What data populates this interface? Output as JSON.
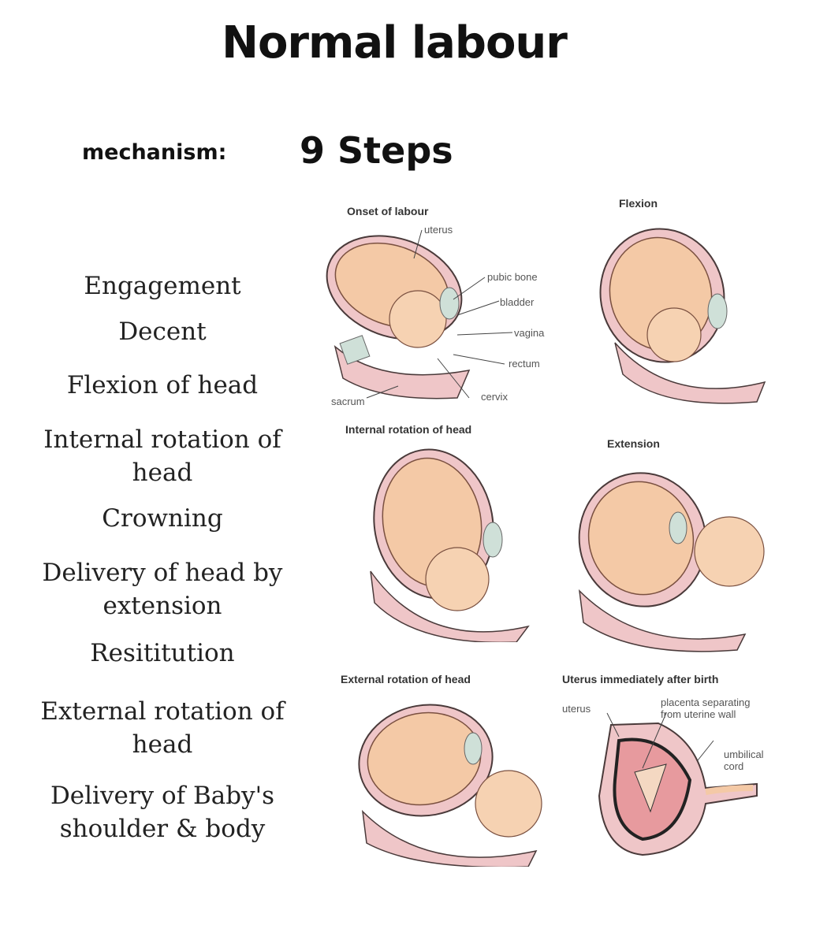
{
  "title": "Normal labour",
  "subtitle": {
    "label": "mechanism:",
    "count": "9 Steps"
  },
  "steps": [
    {
      "lines": [
        "Engagement"
      ]
    },
    {
      "lines": [
        "Decent"
      ]
    },
    {
      "lines": [
        "Flexion of head"
      ]
    },
    {
      "lines": [
        "Internal rotation of",
        "head"
      ]
    },
    {
      "lines": [
        "Crowning"
      ]
    },
    {
      "lines": [
        "Delivery of head by",
        "extension"
      ]
    },
    {
      "lines": [
        "Resititution"
      ]
    },
    {
      "lines": [
        "External rotation of",
        "head"
      ]
    },
    {
      "lines": [
        "Delivery of Baby's",
        "shoulder & body"
      ]
    }
  ],
  "panels": [
    {
      "caption": "Onset of labour",
      "labels": [
        "uterus",
        "pubic bone",
        "bladder",
        "vagina",
        "rectum",
        "cervix",
        "sacrum"
      ]
    },
    {
      "caption": "Flexion"
    },
    {
      "caption": "Internal rotation of head"
    },
    {
      "caption": "Extension"
    },
    {
      "caption": "External rotation of head"
    },
    {
      "caption": "Uterus immediately after birth",
      "labels": [
        "uterus",
        "placenta separating",
        "from uterine wall",
        "umbilical",
        "cord"
      ]
    }
  ],
  "colors": {
    "skin": "#f4c9a6",
    "uterus": "#efc6c8",
    "outline": "#4a3a3a",
    "bone": "#cfe0d8"
  }
}
